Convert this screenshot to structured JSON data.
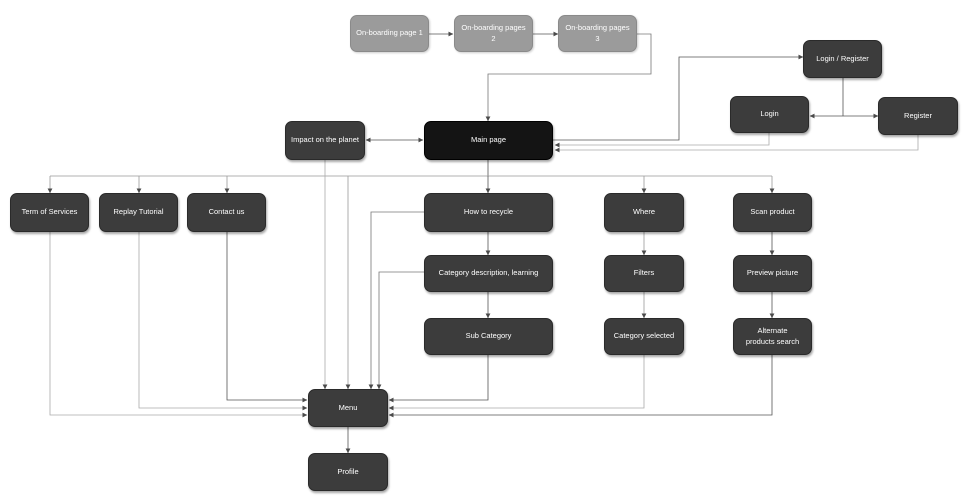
{
  "nodes": {
    "onboarding1": "On-boarding page 1",
    "onboarding2": "On-boarding pages 2",
    "onboarding3": "On-boarding pages 3",
    "login_register": "Login / Register",
    "login": "Login",
    "register": "Register",
    "main_page": "Main page",
    "impact": "Impact on the planet",
    "terms": "Term of Services",
    "replay_tutorial": "Replay Tutorial",
    "contact": "Contact us",
    "how_to_recycle": "How to recycle",
    "category_description": "Category description, learning",
    "sub_category": "Sub Category",
    "where": "Where",
    "filters": "Filters",
    "category_selected": "Category selected",
    "scan_product": "Scan product",
    "preview_picture": "Preview picture",
    "alternate_products": "Alternate products search",
    "menu": "Menu",
    "profile": "Profile"
  },
  "colors": {
    "node_dark": "#3c3c3c",
    "node_main": "#141414",
    "node_onboarding": "#9b9b9b",
    "connector": "#555555",
    "connector_light": "#b4b4b4"
  }
}
